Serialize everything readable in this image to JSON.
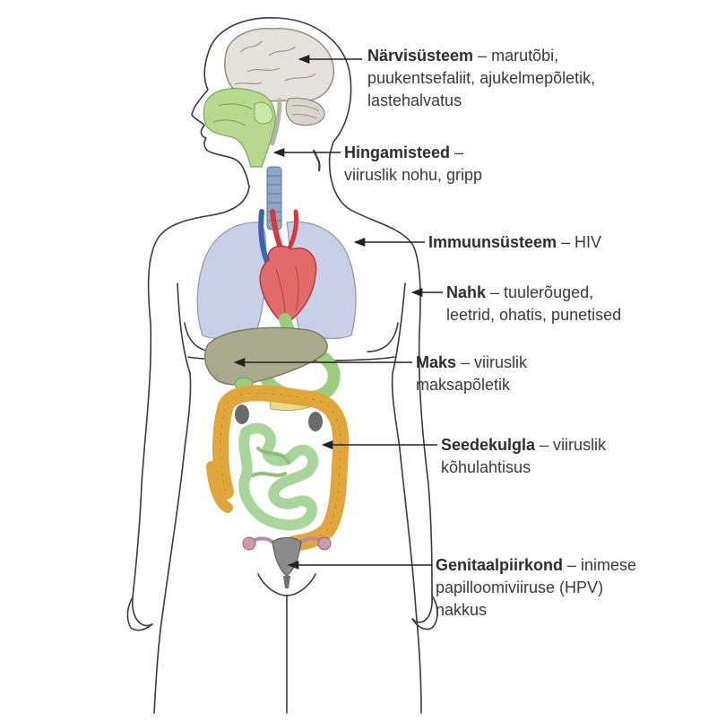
{
  "labels": [
    {
      "term": "Närvisüsteem",
      "lines": [
        " – marutõbi,",
        "puukentsefaliit, ajukelmepõletik,",
        "lastehalvatus"
      ]
    },
    {
      "term": "Hingamisteed",
      "lines": [
        " –",
        "viiruslik nohu, gripp"
      ]
    },
    {
      "term": "Immuunsüsteem",
      "lines": [
        " – HIV"
      ]
    },
    {
      "term": "Nahk",
      "lines": [
        " – tuulerõuged,",
        "leetrid, ohatis, punetised"
      ]
    },
    {
      "term": "Maks",
      "lines": [
        " – viiruslik",
        "maksapõletik"
      ]
    },
    {
      "term": "Seedekulgla",
      "lines": [
        " – viiruslik",
        "kõhulahtisus"
      ]
    },
    {
      "term": "Genitaalpiirkond",
      "lines": [
        " – inimese",
        "papilloomiviiruse (HPV)",
        "nakkus"
      ]
    }
  ],
  "colors": {
    "outline": "#3a3a3a",
    "brain": "#e4e1db",
    "airway": "#b7d98f",
    "trachea": "#8fa6c9",
    "lungs": "#c9cfe6",
    "heart": "#e36a6a",
    "liver": "#a9a98c",
    "stomach": "#9ccc7f",
    "colon": "#e0a63a",
    "intestine": "#a8d69a",
    "genital": "#b98aa0",
    "text": "#3a3a3a"
  }
}
